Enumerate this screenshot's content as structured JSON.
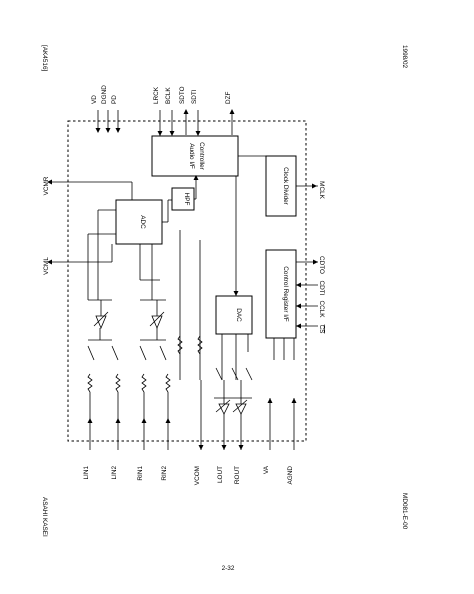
{
  "header": {
    "part": "[AK4516]",
    "date": "1998/02",
    "company": "ASAHI KASEI",
    "doc_id": "MD081-E-00",
    "page": "2-32"
  },
  "blocks": {
    "adc": "ADC",
    "hpf": "HPF",
    "dac": "DAC",
    "audio_if_line1": "Audio I/F",
    "audio_if_line2": "Controller",
    "clock_divider": "Clock Divider",
    "control_register": "Control Register I/F"
  },
  "pins_top": [
    "VD",
    "DGND",
    "PD",
    "LRCK",
    "BCLK",
    "SDTO",
    "SDTI",
    "DZF"
  ],
  "pins_bottom": [
    "LIN1",
    "LIN2",
    "RIN1",
    "RIN2",
    "VCOM",
    "LOUT",
    "ROUT",
    "VA",
    "AGND"
  ],
  "pins_left": [
    "VCMR",
    "VCML"
  ],
  "pins_right": [
    "MCLK",
    "CDTO",
    "CDTI",
    "CCLK",
    "CS"
  ]
}
